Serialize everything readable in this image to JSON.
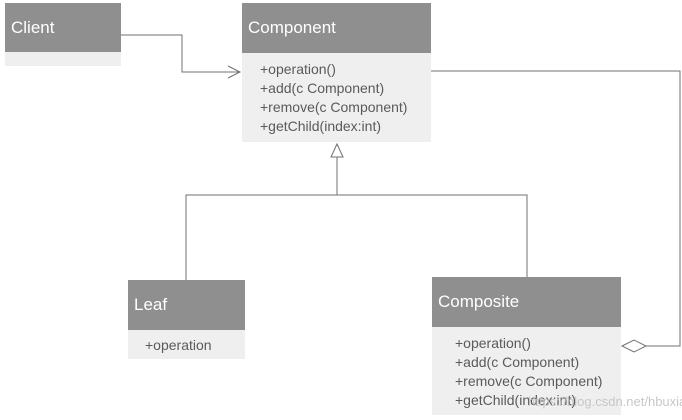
{
  "colors": {
    "header_fill": "#8f8f8f",
    "header_text": "#ffffff",
    "body_fill": "#efefef",
    "body_text": "#5a5a5a",
    "connector": "#707070"
  },
  "classes": {
    "client": {
      "name": "Client",
      "methods": []
    },
    "component": {
      "name": "Component",
      "methods": [
        "+operation()",
        "+add(c Component)",
        "+remove(c Component)",
        "+getChild(index:int)"
      ]
    },
    "leaf": {
      "name": "Leaf",
      "methods": [
        "+operation"
      ]
    },
    "composite": {
      "name": "Composite",
      "methods": [
        "+operation()",
        "+add(c Component)",
        "+remove(c Component)",
        "+getChild(index:int)"
      ]
    }
  },
  "relationships": [
    {
      "type": "association",
      "from": "Client",
      "to": "Component",
      "arrow": "open"
    },
    {
      "type": "generalization",
      "from": "Leaf",
      "to": "Component",
      "arrow": "hollow-triangle"
    },
    {
      "type": "generalization",
      "from": "Composite",
      "to": "Component",
      "arrow": "hollow-triangle"
    },
    {
      "type": "aggregation",
      "from": "Composite",
      "to": "Component",
      "arrow": "hollow-diamond"
    }
  ],
  "watermark": "https://blog.csdn.net/hbuxiaofei"
}
